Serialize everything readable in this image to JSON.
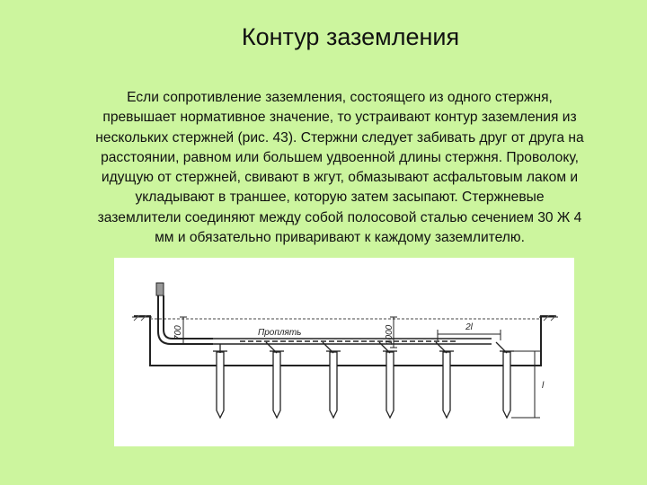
{
  "slide": {
    "title": "Контур заземления",
    "text_lines": [
      "Если сопротивление заземления, состоящего из одного стержня,",
      "превышает нормативное значение, то устраивают контур заземления из",
      "нескольких стержней (рис. 43). Стержни следует забивать друг от друга на",
      "расстоянии, равном или большем удвоенной длины стержня. Проволоку,",
      "идущую от стержней, свивают в жгут, обмазывают асфальтовым лаком и",
      "укладывают в траншее, которую затем засыпают. Стержневые",
      "заземлители соединяют между собой полосовой сталью сечением 30 Ж 4",
      "мм и обязательно приваривают к каждому заземлителю."
    ]
  },
  "figure": {
    "label_depth_left": "700",
    "label_depth_right": "1000",
    "label_bundle": "Проплять",
    "label_spacing": "2l",
    "label_rod_length": "l"
  }
}
